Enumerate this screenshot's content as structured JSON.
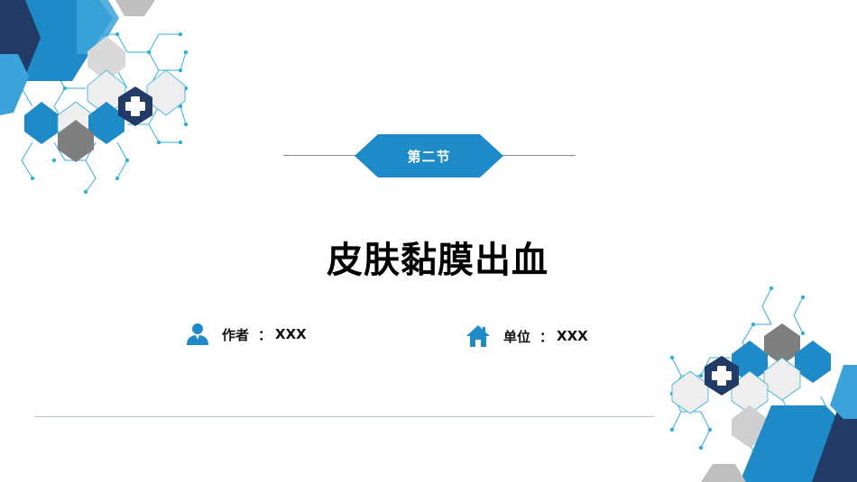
{
  "slide": {
    "section_label": "第二节",
    "title": "皮肤黏膜出血",
    "author": {
      "label": "作者",
      "separator": "：",
      "value": "XXX",
      "icon": "user-icon"
    },
    "unit": {
      "label": "单位",
      "separator": "：",
      "value": "XXX",
      "icon": "home-icon"
    }
  },
  "colors": {
    "accent_blue": "#1f8ac8",
    "dark_navy": "#223a66",
    "light_blue": "#3ba3d9",
    "gray": "#8a8a8a",
    "light_gray": "#cfcfcf",
    "line_cyan": "#33b0d8"
  },
  "decor_icons": [
    "medical-cross-icon",
    "hexagon-network-pattern"
  ]
}
